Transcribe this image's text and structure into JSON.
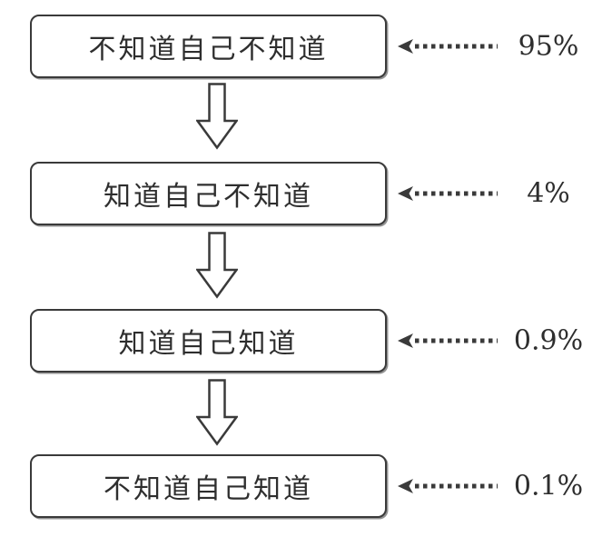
{
  "diagram": {
    "description": "Four-level knowledge awareness funnel flowchart",
    "rows": [
      {
        "label": "不知道自己不知道",
        "value": "95%"
      },
      {
        "label": "知道自己不知道",
        "value": "4%"
      },
      {
        "label": "知道自己知道",
        "value": "0.9%"
      },
      {
        "label": "不知道自己知道",
        "value": "0.1%"
      }
    ],
    "icons": {
      "down_arrow": "hollow-block-down-arrow",
      "pointer": "dotted-left-arrow"
    },
    "colors": {
      "ink": "#3a3a3a",
      "text": "#2e2e2e",
      "background": "#ffffff",
      "box_fill": "#ffffff"
    }
  }
}
